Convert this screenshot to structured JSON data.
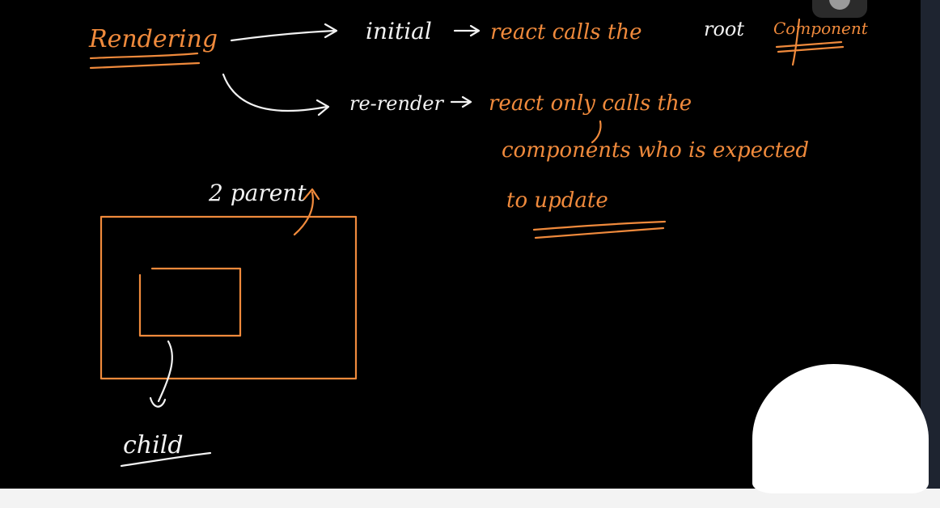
{
  "colors": {
    "canvas": "#000000",
    "ink_white": "#f2f2f2",
    "ink_orange": "#f08a3c",
    "side_strip": "#1e2430"
  },
  "notes": {
    "heading": "Rendering",
    "initial_label": "initial",
    "initial_text": "react calls the",
    "root_text": "root",
    "component_text": "Component",
    "rerender_label": "re-render",
    "rerender_line1": "react only calls the",
    "rerender_line2": "components who is expected",
    "rerender_line3": "to update",
    "parent_label": "2 parent",
    "child_label": "child"
  }
}
